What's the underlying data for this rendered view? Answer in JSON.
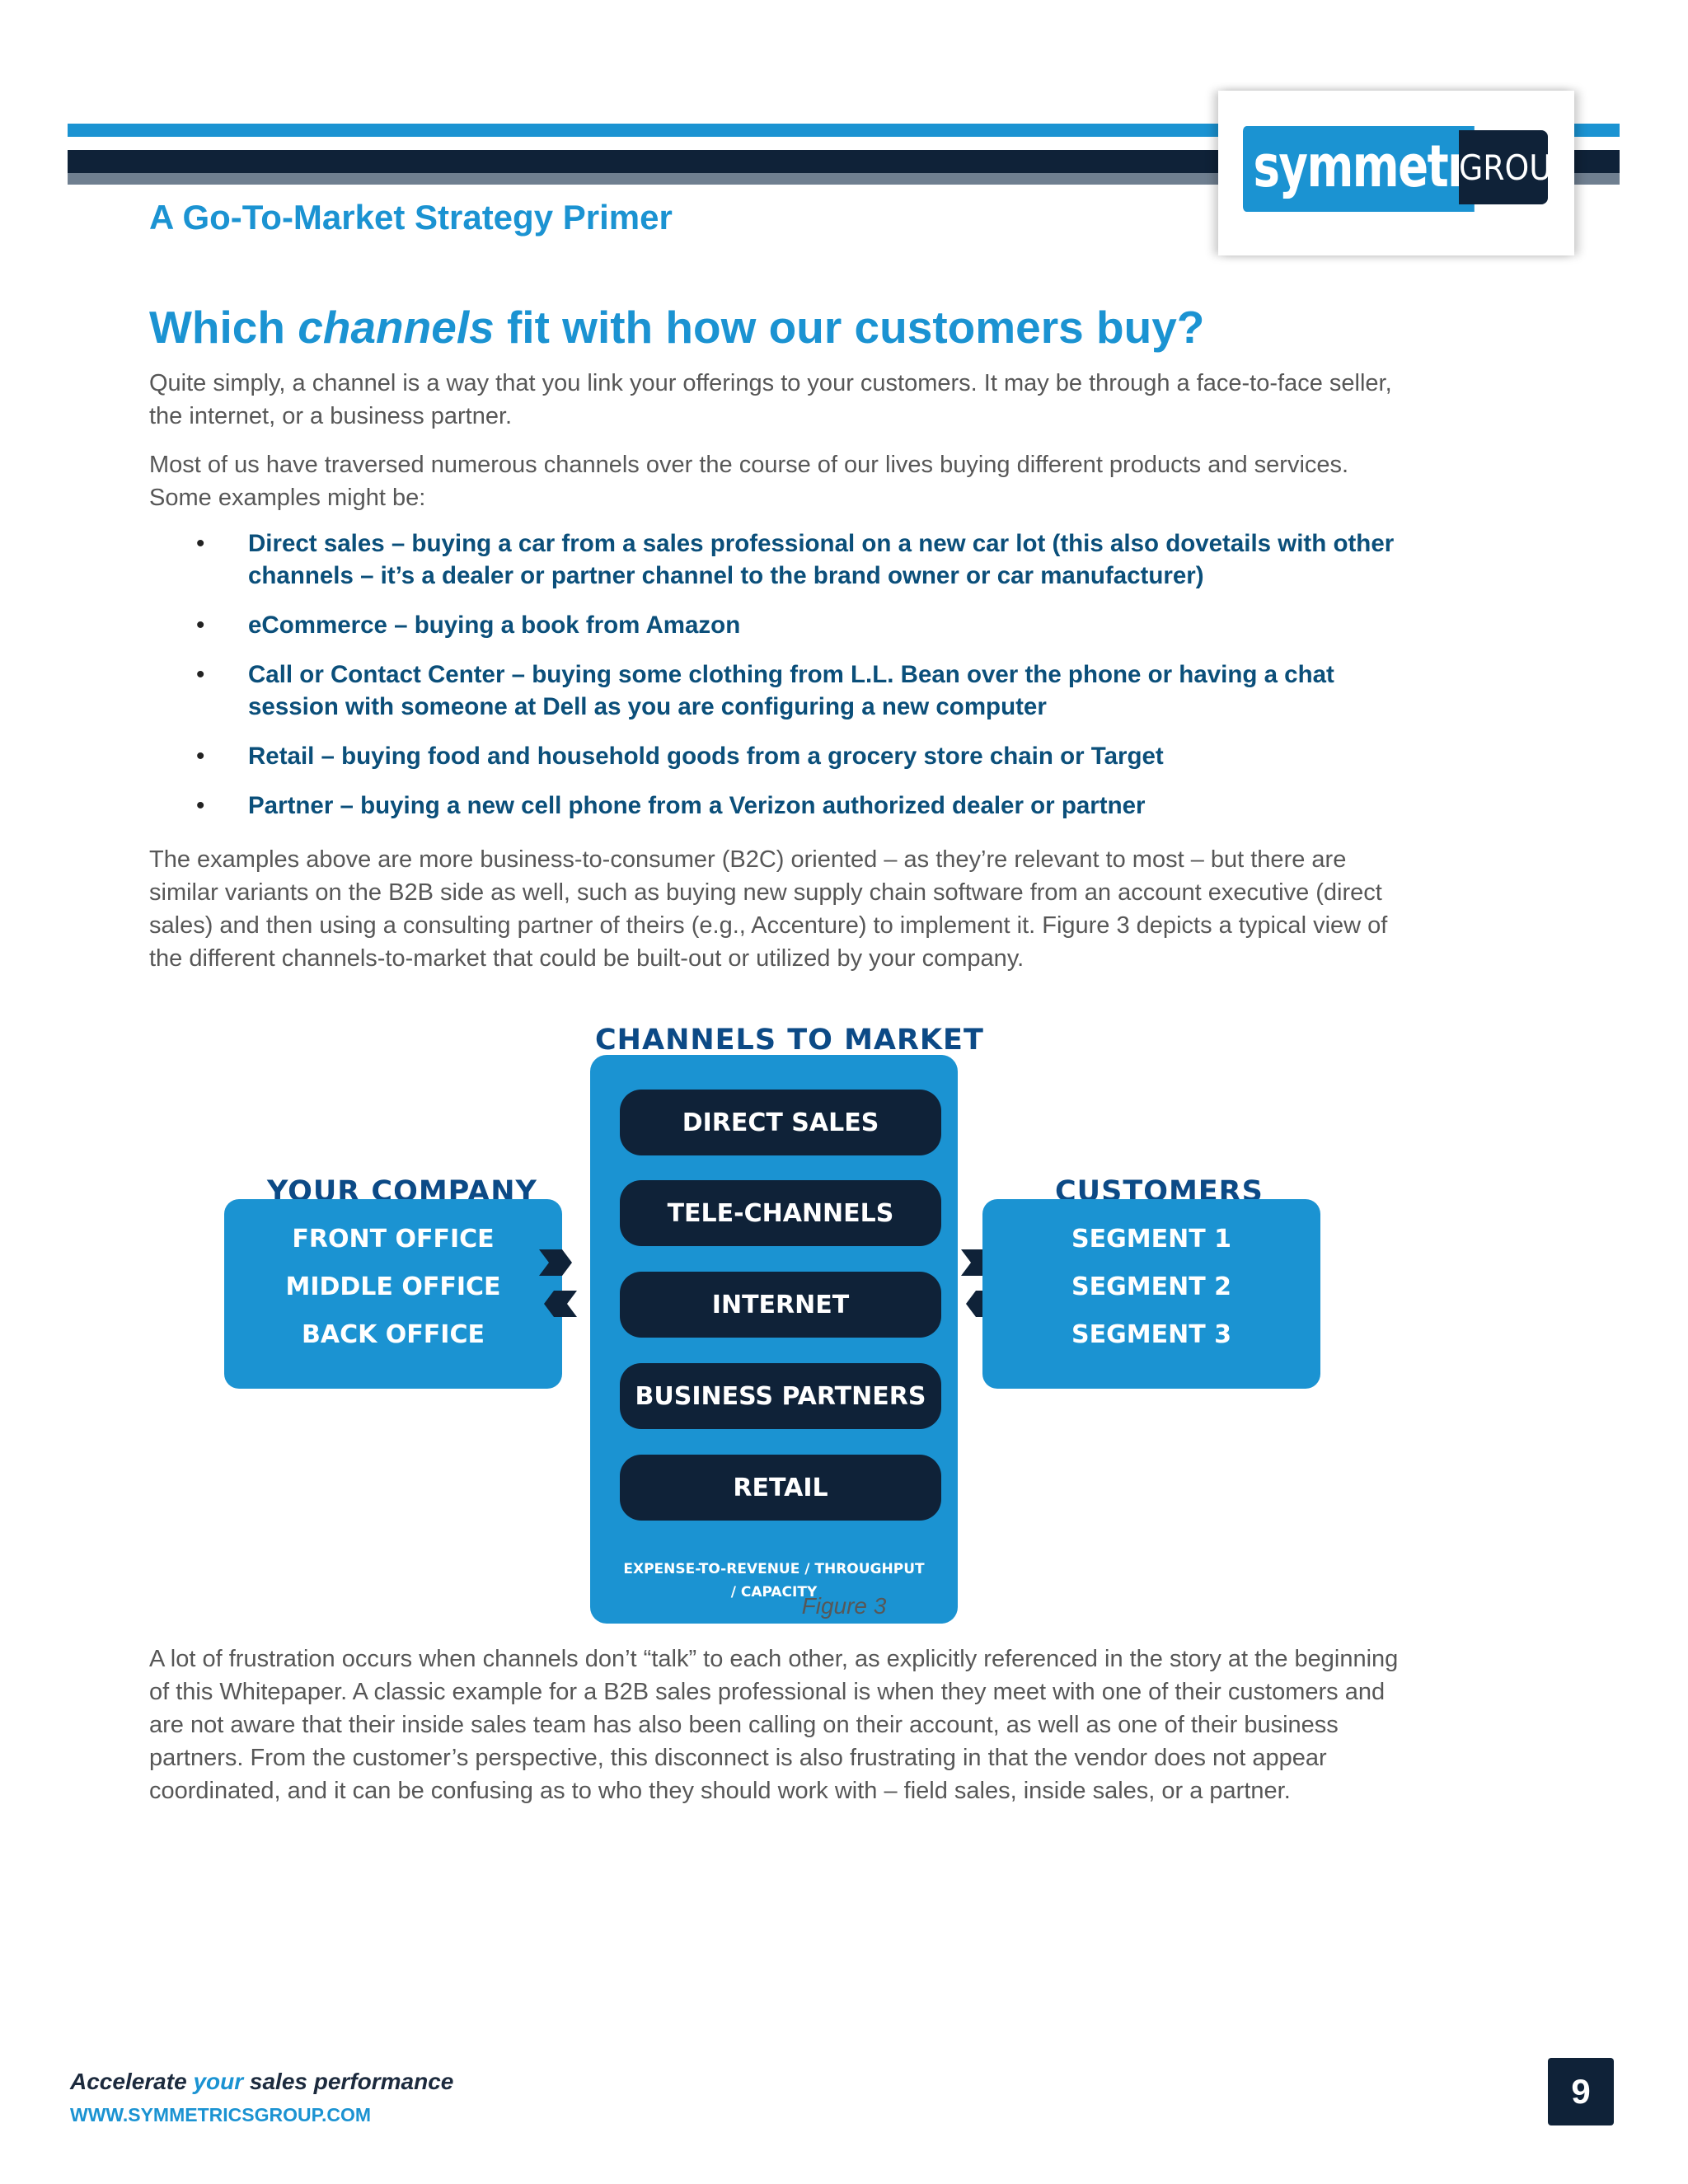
{
  "header": {
    "logo_main": "symmetrics",
    "logo_group": "GROUP",
    "doc_title": "A Go-To-Market Strategy Primer"
  },
  "section": {
    "heading_before": "Which ",
    "heading_em": "channels",
    "heading_after": " fit with how our customers buy?"
  },
  "paragraphs": {
    "intro": "Quite simply, a channel is a way that you link your offerings to your customers. It may be through a face-to-face seller, the internet, or a business partner.",
    "examples_lead": "Most of us have traversed numerous channels over the course of our lives buying different products and services. Some examples might be:",
    "after_list": "The examples above are more business-to-consumer (B2C) oriented – as they’re relevant to most – but there are similar variants on the B2B side as well, such as buying new supply chain software from an account executive (direct sales) and then using a consulting partner of theirs (e.g., Accenture) to implement it. Figure 3 depicts a typical view of the different channels-to-market that could be built-out or utilized by your company.",
    "closing": "A lot of frustration occurs when channels don’t “talk” to each other, as explicitly referenced in the story at the beginning of this Whitepaper.  A classic example for a B2B sales professional is when they meet with one of their customers and are not aware that their inside sales team has also been calling on their account, as well as one of their business partners.  From the customer’s perspective, this disconnect is also frustrating in that the vendor does not appear coordinated, and it can be confusing as to who they should work with – field sales, inside sales, or a partner."
  },
  "bullets": [
    "Direct sales – buying a car from a sales professional on a new car lot (this also dovetails with other channels – it’s a dealer or partner channel to the brand owner or car manufacturer)",
    "eCommerce – buying a book from Amazon",
    "Call or Contact Center – buying some clothing from L.L. Bean over the phone or having a chat session with someone at Dell as you are configuring a new computer",
    "Retail – buying food and household goods from a grocery store chain or Target",
    "Partner – buying a new cell phone from a Verizon authorized dealer or partner"
  ],
  "bullet_glyph": "•",
  "figure": {
    "center_heading": "CHANNELS TO MARKET",
    "channels": [
      "DIRECT SALES",
      "TELE-CHANNELS",
      "INTERNET",
      "BUSINESS PARTNERS",
      "RETAIL"
    ],
    "center_footer_line1": "EXPENSE-TO-REVENUE / THROUGHPUT",
    "center_footer_line2": "/ CAPACITY",
    "left_heading": "YOUR COMPANY",
    "left_items": [
      "FRONT OFFICE",
      "MIDDLE OFFICE",
      "BACK OFFICE"
    ],
    "right_heading": "CUSTOMERS",
    "right_items": [
      "SEGMENT 1",
      "SEGMENT 2",
      "SEGMENT 3"
    ],
    "caption": "Figure 3",
    "colors": {
      "blue": "#1b93d2",
      "navy": "#0f2238",
      "heading": "#0c4a86"
    }
  },
  "footer": {
    "tagline_1": "Accelerate ",
    "tagline_accent": "your",
    "tagline_2": " sales performance",
    "website": "WWW.SYMMETRICSGROUP.COM",
    "page_number": "9"
  }
}
